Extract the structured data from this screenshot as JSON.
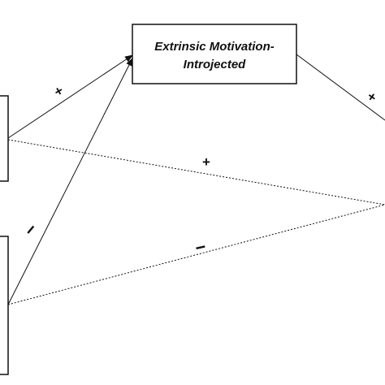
{
  "diagram": {
    "nodes": {
      "mediator": {
        "line1": "Extrinsic Motivation-",
        "line2": "Introjected"
      },
      "predictor_top": {
        "label": ""
      },
      "predictor_bottom": {
        "label": ""
      },
      "outcome": {
        "label": ""
      }
    },
    "paths": [
      {
        "from": "predictor_top",
        "to": "mediator",
        "style": "solid",
        "sign": "+"
      },
      {
        "from": "predictor_bottom",
        "to": "mediator",
        "style": "solid",
        "sign": "−"
      },
      {
        "from": "mediator",
        "to": "outcome",
        "style": "solid",
        "sign": "+"
      },
      {
        "from": "predictor_top",
        "to": "outcome",
        "style": "dotted",
        "sign": "+"
      },
      {
        "from": "predictor_bottom",
        "to": "outcome",
        "style": "dotted",
        "sign": "−"
      }
    ],
    "colors": {
      "stroke": "#111111",
      "background": "#ffffff"
    }
  }
}
